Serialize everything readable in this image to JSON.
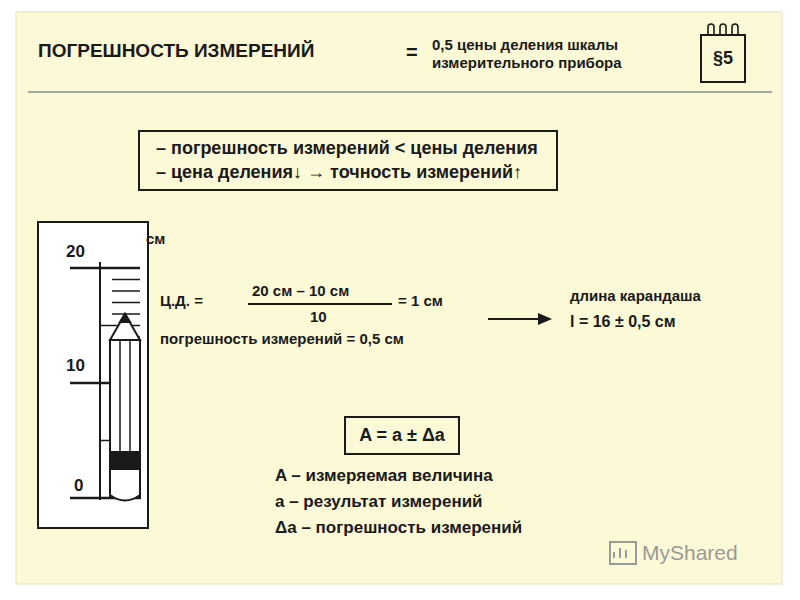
{
  "diagram": {
    "title": "ПОГРЕШНОСТЬ ИЗМЕРЕНИЙ",
    "nodes": [
      {
        "text": [
          "§5"
        ]
      },
      {
        "text": [
          "– погрешность измерений < цены деления",
          "– цена деления↓ → точность измерений↑"
        ]
      },
      {
        "text": [
          "A = a ± Δa"
        ]
      }
    ],
    "labels": [
      "=",
      "0,5 цены деления шкалы измерительного прибора",
      "20",
      "см",
      "10",
      "0",
      "Ц.Д. =",
      "20 см – 10 см",
      "10",
      "= 1 см",
      "погрешность измерений = 0,5 см",
      "длина карандаша",
      "l = 16 ± 0,5 см",
      "A – измеряемая величина",
      "a – результат измерений",
      "Δa – погрешность измерений",
      "MyShared"
    ]
  }
}
